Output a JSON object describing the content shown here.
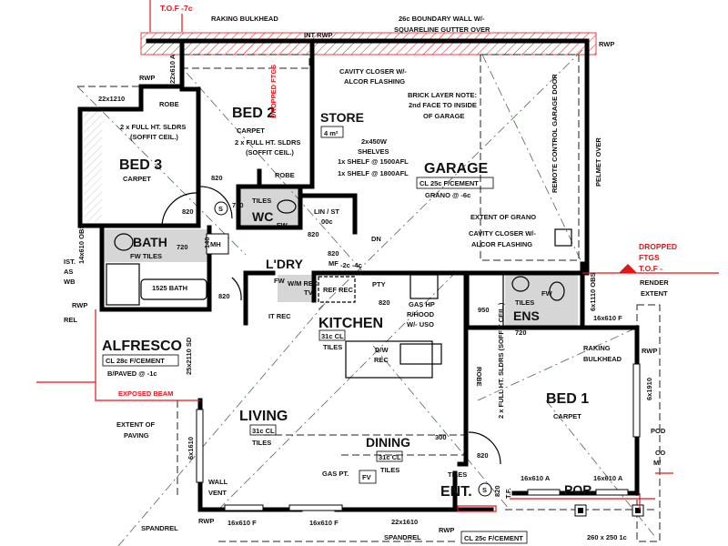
{
  "plan": {
    "tof_top": "T.O.F -7c",
    "raking_bulkhead_top": "RAKING BULKHEAD",
    "int_rwp": "INT RWP",
    "boundary_wall_1": "26c BOUNDARY WALL W/-",
    "boundary_wall_2": "SQUARELINE GUTTER OVER",
    "rwp_garage": "RWP",
    "rwp_bed2": "RWP",
    "win_bed2": "22x610 A",
    "win_bed3": "22x1210",
    "robe_bed3": "ROBE",
    "bed3_sldrs_1": "2 x FULL HT. SLDRS",
    "bed3_sldrs_2": "(SOFFIT CEIL.)",
    "bed3": "BED 3",
    "bed3_floor": "CARPET",
    "bed2": "BED 2",
    "bed2_floor": "CARPET",
    "bed2_sldrs_1": "2 x FULL HT. SLDRS",
    "bed2_sldrs_2": "(SOFFIT CEIL.)",
    "dropped_ftgs_bed2": "DROPPED FTGS",
    "robe_bed2": "ROBE",
    "store": "STORE",
    "store_area": "4 m²",
    "cavity_1a": "CAVITY CLOSER W/-",
    "cavity_1b": "ALCOR FLASHING",
    "brick_1": "BRICK LAYER NOTE:",
    "brick_2": "2nd FACE TO INSIDE",
    "brick_3": "OF GARAGE",
    "shelves_1": "2x450W",
    "shelves_2": "SHELVES",
    "shelves_3": "1x SHELF @ 1500AFL",
    "shelves_4": "1x SHELF @ 1800AFL",
    "garage": "GARAGE",
    "garage_floor": "CL 25c F/CEMENT",
    "garage_grano": "GRANO @ -6c",
    "garage_door": "REMOTE CONTROL GARAGE DOOR",
    "pelmet": "PELMET OVER",
    "extent_grano": "EXTENT OF GRANO",
    "cavity_2a": "CAVITY CLOSER W/-",
    "cavity_2b": "ALCOR FLASHING",
    "dn": "DN",
    "door_bed3": "820",
    "door_bed3b": "820",
    "door_wc": "720",
    "wc_tiles": "TILES",
    "wc": "WC",
    "wc_fw": "FW",
    "lin": "LIN / ST",
    "lin_level": "00c",
    "door_lin": "820",
    "door_mf": "820",
    "mf": "MF",
    "levels": "-2c -4c",
    "mh": "MH",
    "dim_140": "140",
    "bath": "BATH",
    "bath_tiles": "FW TILES",
    "door_bath": "720",
    "win_obs": "14x610 OBS",
    "inst_1": "IST.",
    "inst_2": "AS",
    "inst_3": "WB",
    "rwp_bath": "RWP",
    "spandrel_left": "REL",
    "bath_tub": "1525 BATH",
    "ldry": "L'DRY",
    "ldry_fw": "FW",
    "wm_rec": "W/M REC",
    "tv": "TV",
    "ref_rec": "REF REC",
    "pty": "PTY",
    "door_pty": "820",
    "gas_hp": "GAS HP",
    "rhood": "R/HOOD",
    "uso": "W/- USO",
    "door_ldry": "820",
    "it_rec": "IT REC",
    "kitchen": "KITCHEN",
    "kitchen_floor": "31c CL",
    "kitchen_tiles": "TILES",
    "dw_1": "D/W",
    "dw_2": "REC",
    "alfresco": "ALFRESCO",
    "alfresco_floor": "CL 28c F/CEMENT",
    "alfresco_paved": "B/PAVED @ -1c",
    "alfresco_sd": "25x2110 SD",
    "exposed_beam": "EXPOSED BEAM",
    "extent_paving_1": "EXTENT OF",
    "extent_paving_2": "PAVING",
    "win_living_side": "6x1610",
    "wall_vent_1": "WALL",
    "wall_vent_2": "VENT",
    "living": "LIVING",
    "living_floor": "31c CL",
    "living_tiles": "TILES",
    "dining": "DINING",
    "dining_floor": "31c CL",
    "dining_tiles": "TILES",
    "dim_300": "300",
    "gas_pt": "GAS PT.",
    "fv": "FV",
    "rwp_living": "RWP",
    "win_living_1": "16x610 F",
    "win_living_2": "16x610 F",
    "win_dining": "22x1610",
    "spandrel_1": "SPANDREL",
    "spandrel_2": "SPANDREL",
    "rwp_entry": "RWP",
    "porch_floor": "CL 25c F/CEMENT",
    "ens": "ENS",
    "ens_tiles": "TILES",
    "ens_fw": "FW",
    "door_950": "950",
    "door_ens": "720",
    "win_ens": "6x1110 OBS",
    "win_ens2": "16x610 F",
    "raking_bed1_1": "RAKING",
    "raking_bed1_2": "BULKHEAD",
    "rwp_bed1": "RWP",
    "robe_bed1": "ROBE",
    "bed1_sldrs": "2 x FULL HT. SLDRS (SOFFIT CEIL.)",
    "bed1": "BED 1",
    "bed1_floor": "CARPET",
    "win_bed1_side": "6x1910",
    "door_bed1": "820",
    "ent_tiles": "TILES",
    "ent": "ENT.",
    "smoke": "S",
    "smoke2": "S",
    "door_ent": "820",
    "tf": "T.F.",
    "win_bed1_1": "16x610 A",
    "win_bed1_2": "16x610 A",
    "porch": "POR.",
    "post": "260 x 250 1c",
    "dropped_r_1": "DROPPED",
    "dropped_r_2": "FTGS",
    "dropped_r_3": "T.O.F -",
    "render_1": "RENDER",
    "render_2": "EXTENT",
    "pod": "POD",
    "co_1": "CO",
    "co_2": "M/"
  },
  "colors": {
    "wall": "#000000",
    "annotation": "#e0161b",
    "tiles": "#d6d6d6"
  }
}
